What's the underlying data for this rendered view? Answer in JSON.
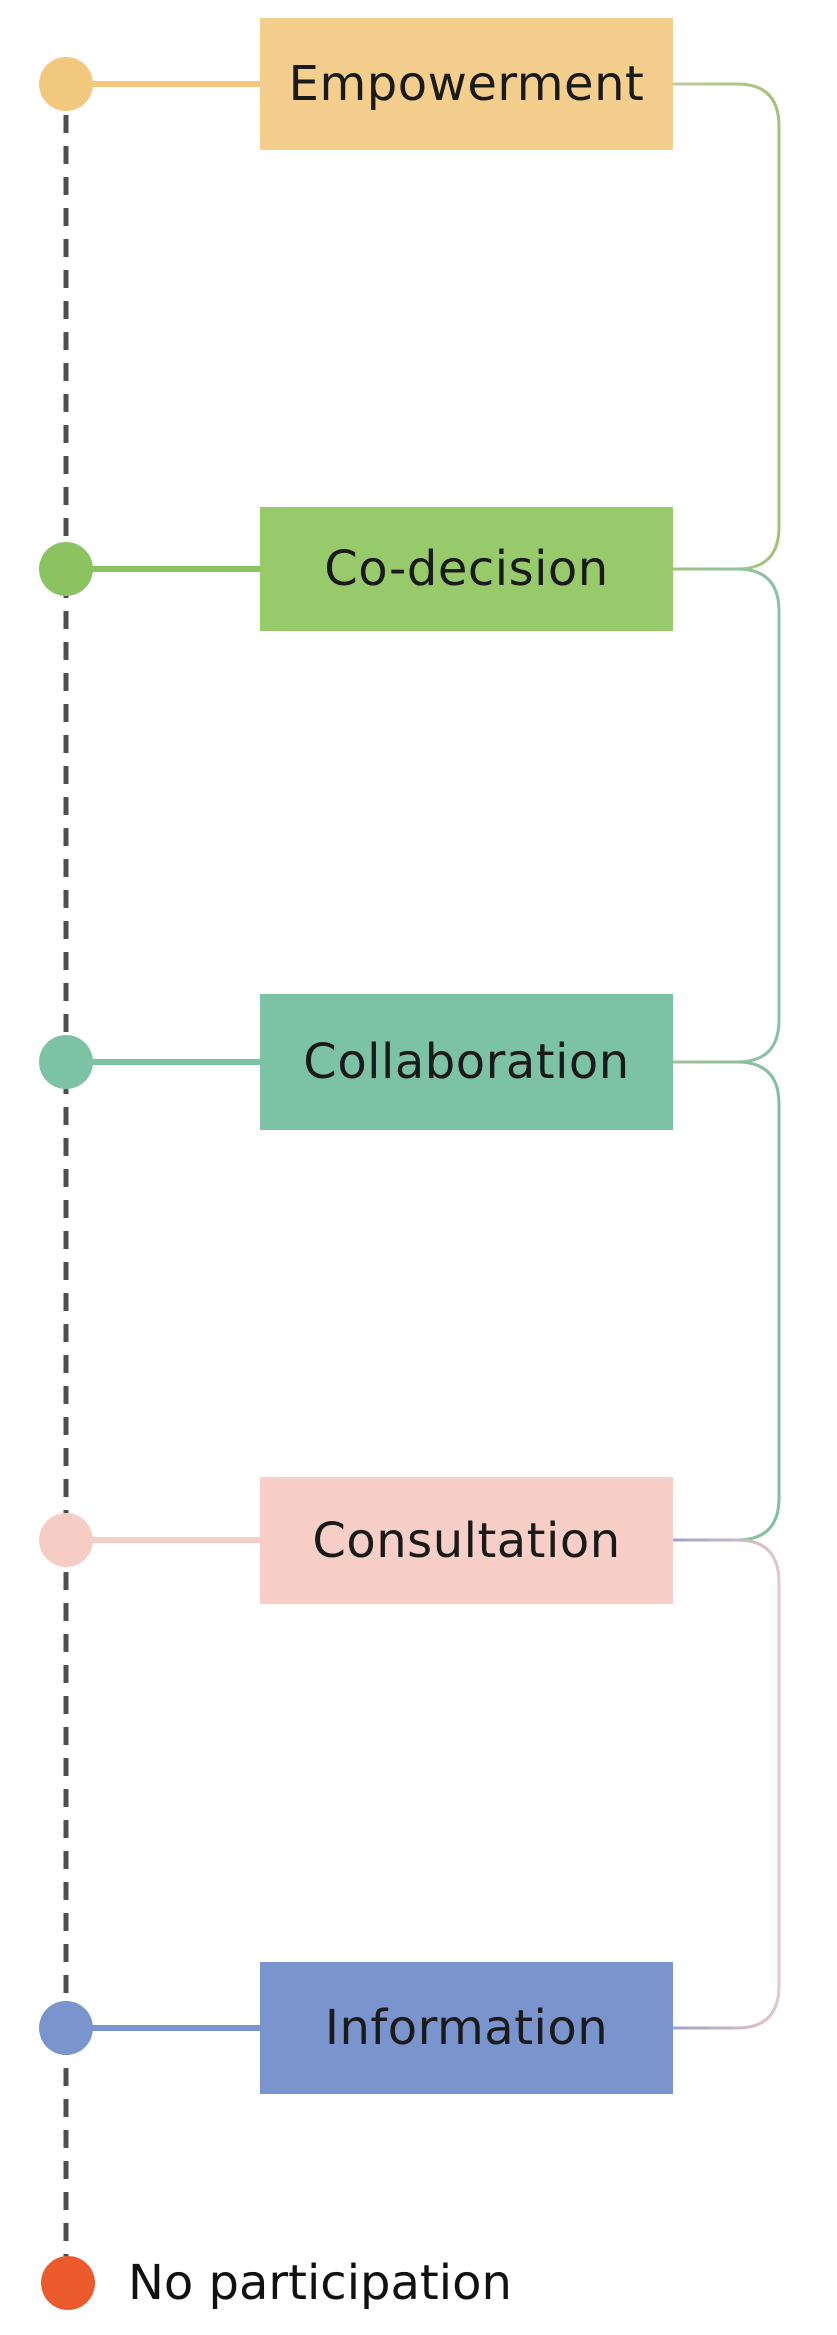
{
  "diagram": {
    "levels": [
      {
        "label": "Empowerment",
        "box_color": "#F4CE8C",
        "dot_color": "#F2C77E",
        "line_color": "#F2C77E"
      },
      {
        "label": "Co-decision",
        "box_color": "#97CA6B",
        "dot_color": "#8CC361",
        "line_color": "#8CC361"
      },
      {
        "label": "Collaboration",
        "box_color": "#7CC3A5",
        "dot_color": "#7CC3A5",
        "line_color": "#7CC3A5"
      },
      {
        "label": "Consultation",
        "box_color": "#F7CFC7",
        "dot_color": "#F6CDC5",
        "line_color": "#F6CDC5"
      },
      {
        "label": "Information",
        "box_color": "#7A94CE",
        "dot_color": "#7A94CE",
        "line_color": "#7A94CE"
      }
    ],
    "connectors": [
      {
        "from": "Empowerment",
        "to": "Co-decision",
        "start_color": "#C8C8A0",
        "end_color": "#9CC577"
      },
      {
        "from": "Co-decision",
        "to": "Collaboration",
        "start_color": "#9CC57C",
        "end_color": "#8AC0B0"
      },
      {
        "from": "Collaboration",
        "to": "Consultation",
        "start_color": "#A3C18F",
        "end_color": "#7DC1A2"
      },
      {
        "from": "Consultation",
        "to": "Information",
        "start_color": "#98A2C8",
        "end_color": "#E7C5C8"
      }
    ],
    "axis": {
      "dash_color": "#4F4F4F"
    },
    "no_participation": {
      "label": "No participation",
      "dot_color": "#EA5A2B",
      "text_color": "#111111"
    },
    "text_color": "#1A1A1A",
    "background_color": "#FFFFFF"
  }
}
